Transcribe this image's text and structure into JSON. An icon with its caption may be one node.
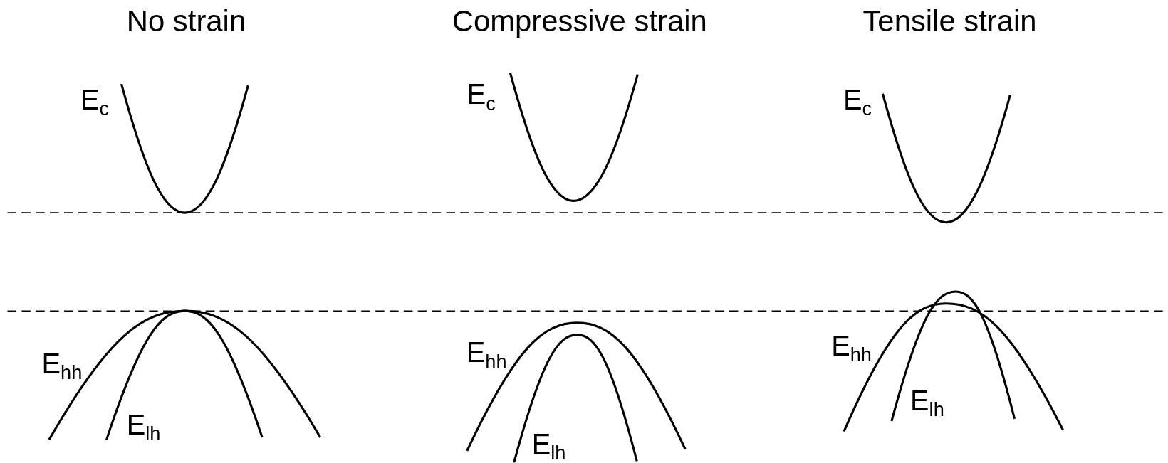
{
  "diagram": {
    "labels": [
      "No strain",
      "Compressive strain",
      "Tensile strain",
      "E$_{c}$",
      "E$_{hh}$",
      "E$_{lh}$",
      "E$_{c}$",
      "E$_{hh}$",
      "E$_{lh}$",
      "E$_{c}$",
      "E$_{hh}$",
      "E$_{lh}$"
    ]
  }
}
